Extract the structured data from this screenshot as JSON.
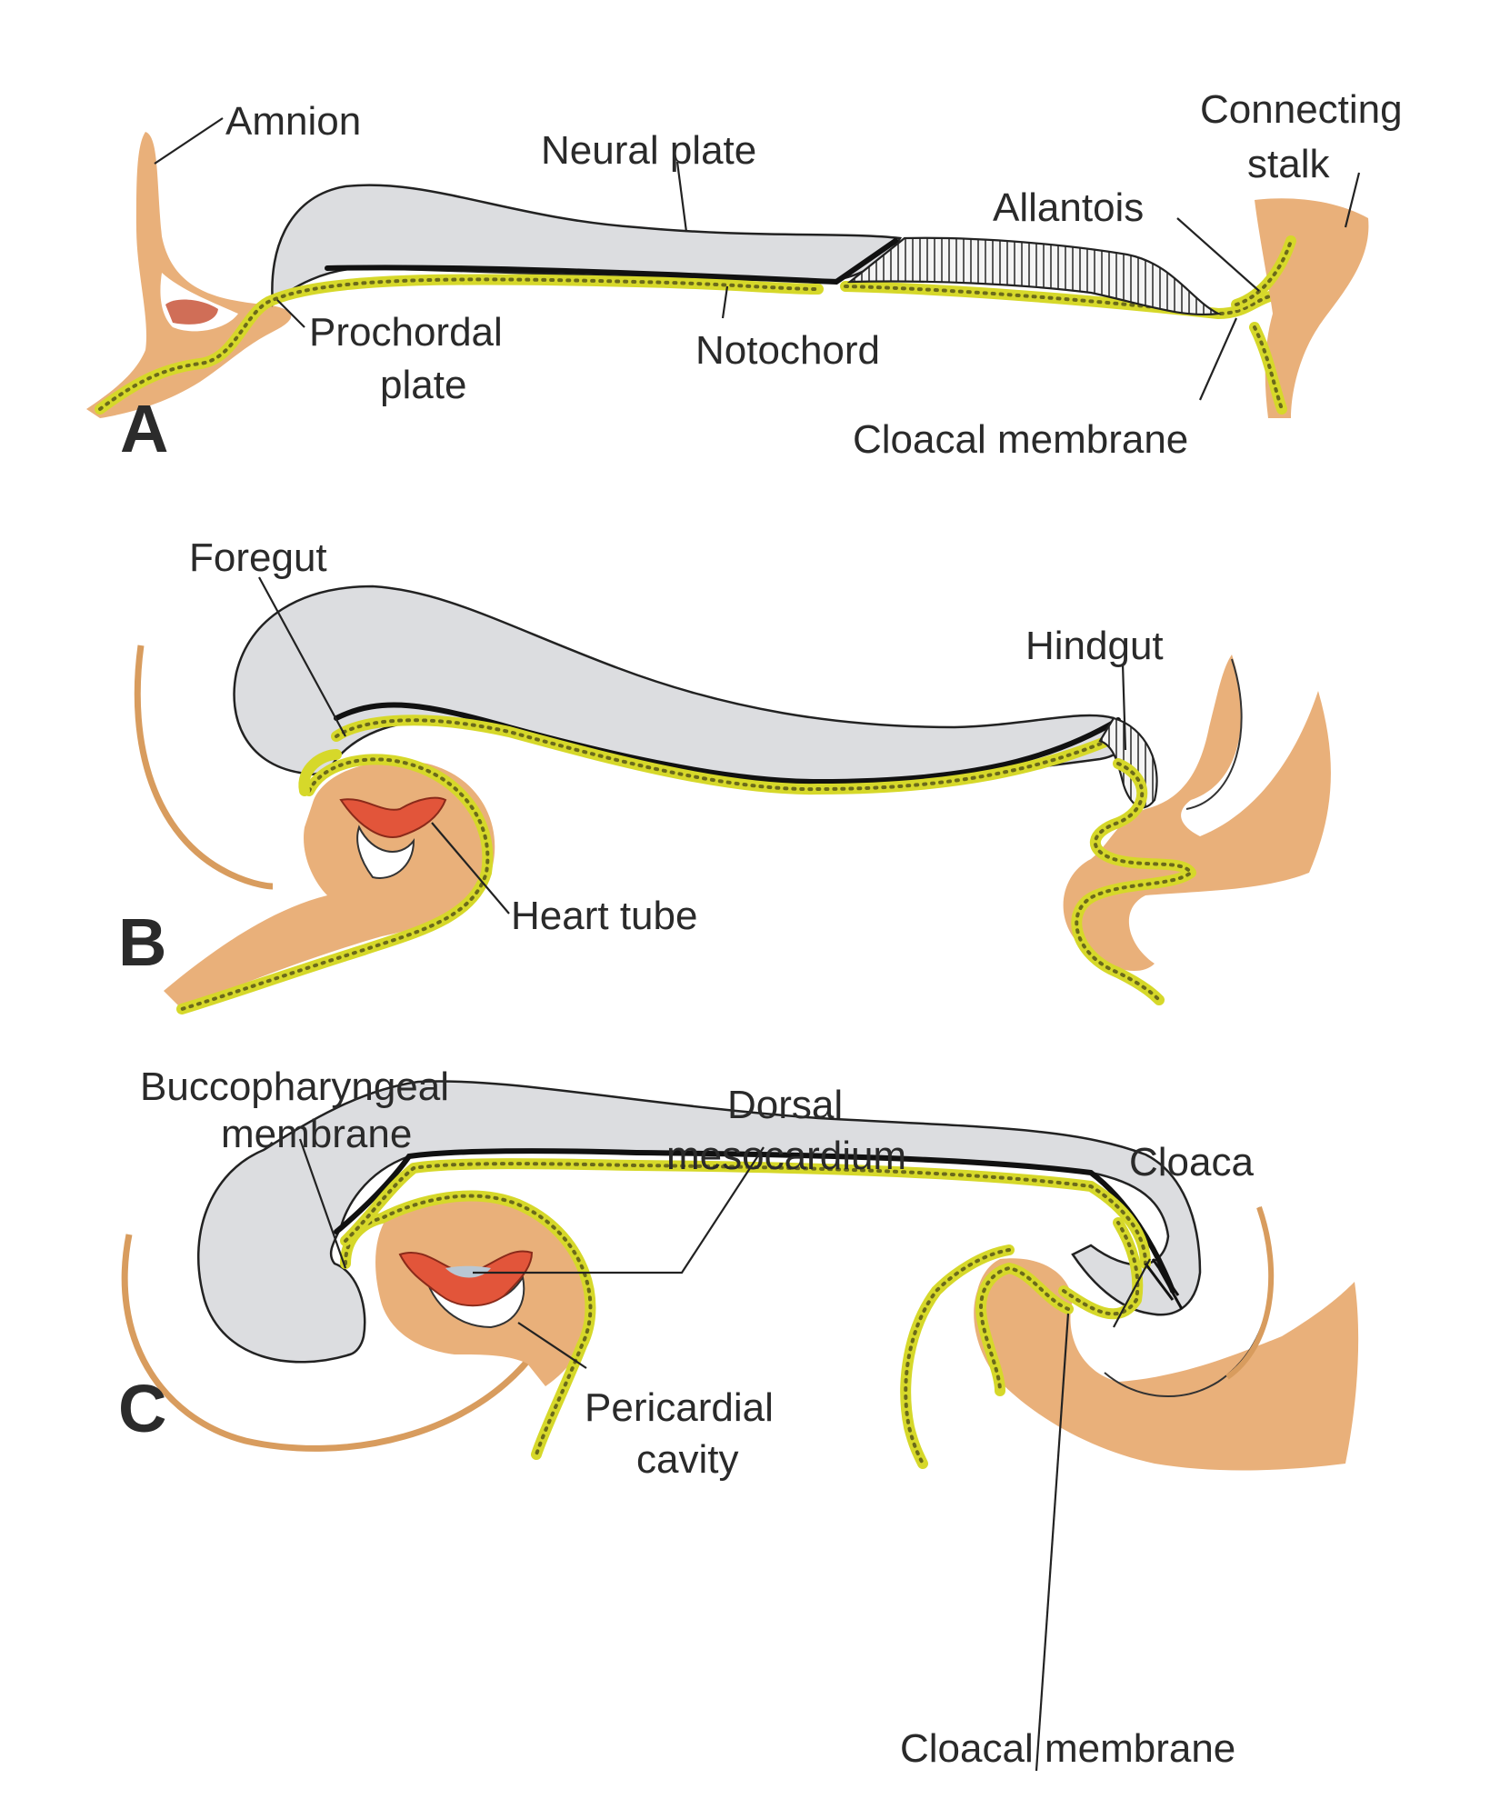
{
  "figure": {
    "panels": [
      {
        "letter": "A",
        "labels": {
          "amnion": "Amnion",
          "neural_plate": "Neural plate",
          "connecting_stalk_1": "Connecting",
          "connecting_stalk_2": "stalk",
          "allantois": "Allantois",
          "prochordal_plate_1": "Prochordal",
          "prochordal_plate_2": "plate",
          "notochord": "Notochord",
          "cloacal_membrane": "Cloacal membrane"
        }
      },
      {
        "letter": "B",
        "labels": {
          "foregut": "Foregut",
          "hindgut": "Hindgut",
          "heart_tube": "Heart tube"
        }
      },
      {
        "letter": "C",
        "labels": {
          "buccopharyngeal_1": "Buccopharyngeal",
          "buccopharyngeal_2": "membrane",
          "dorsal_mesocardium_1": "Dorsal",
          "dorsal_mesocardium_2": "mesocardium",
          "cloaca": "Cloaca",
          "pericardial_cavity_1": "Pericardial",
          "pericardial_cavity_2": "cavity",
          "cloacal_membrane": "Cloacal membrane"
        }
      }
    ],
    "colors": {
      "mesoderm": "#e9b07a",
      "ectoderm": "#dcdde0",
      "endoderm": "#d6d82a",
      "heart": "#e2553a",
      "notochord": "#111111"
    }
  }
}
